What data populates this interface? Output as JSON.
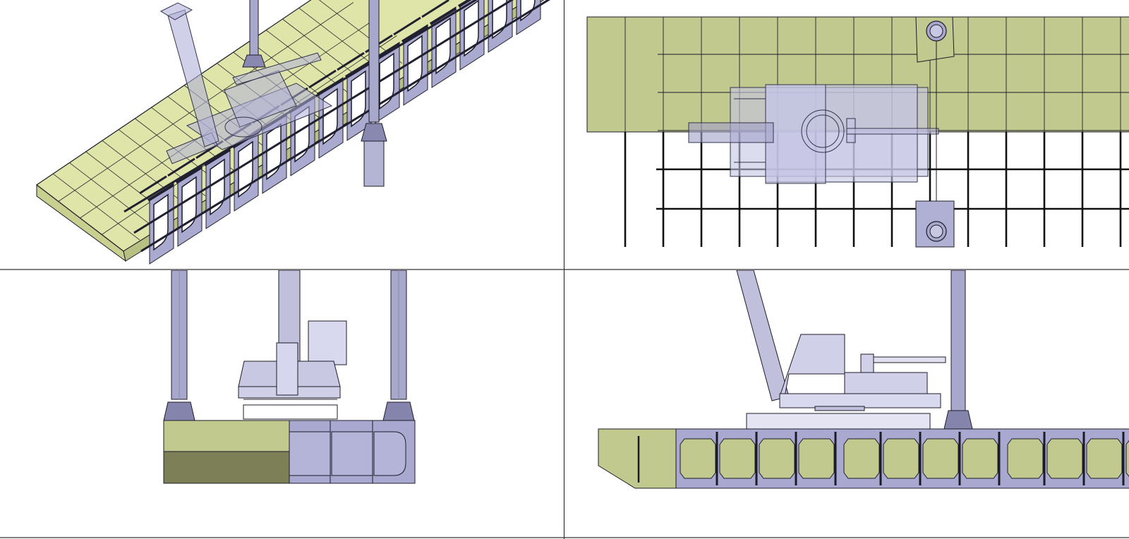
{
  "viewports": [
    {
      "id": "isometric",
      "label": ""
    },
    {
      "id": "top",
      "label": ""
    },
    {
      "id": "front",
      "label": ""
    },
    {
      "id": "side",
      "label": ""
    }
  ],
  "colors": {
    "deck": "#c2c98e",
    "deck_light": "#d4db9c",
    "deck_dark": "#7d8056",
    "frame": "#a8a8cc",
    "frame_light": "#d6d6ee",
    "frame_dark": "#6e6e96",
    "line": "#1c1c28",
    "divider": "#333333",
    "background": "#ffffff"
  },
  "icons": [
    "spud-leg-icon",
    "crane-boom-icon",
    "winch-icon"
  ]
}
